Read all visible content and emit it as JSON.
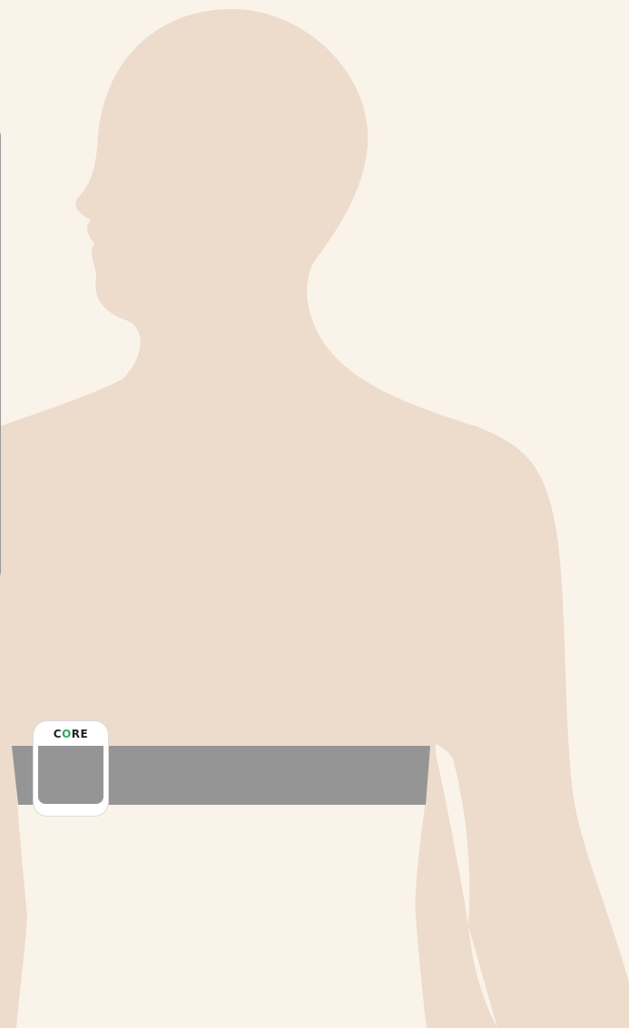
{
  "scene": {
    "background_color": "#faf3ea",
    "silhouette_color": "#eddbcb",
    "strap_color": "#959595"
  },
  "device": {
    "logo_prefix": "C",
    "logo_o": "O",
    "logo_suffix": "RE",
    "logo_accent_color": "#2eaa5c",
    "screen_color": "#959595"
  }
}
